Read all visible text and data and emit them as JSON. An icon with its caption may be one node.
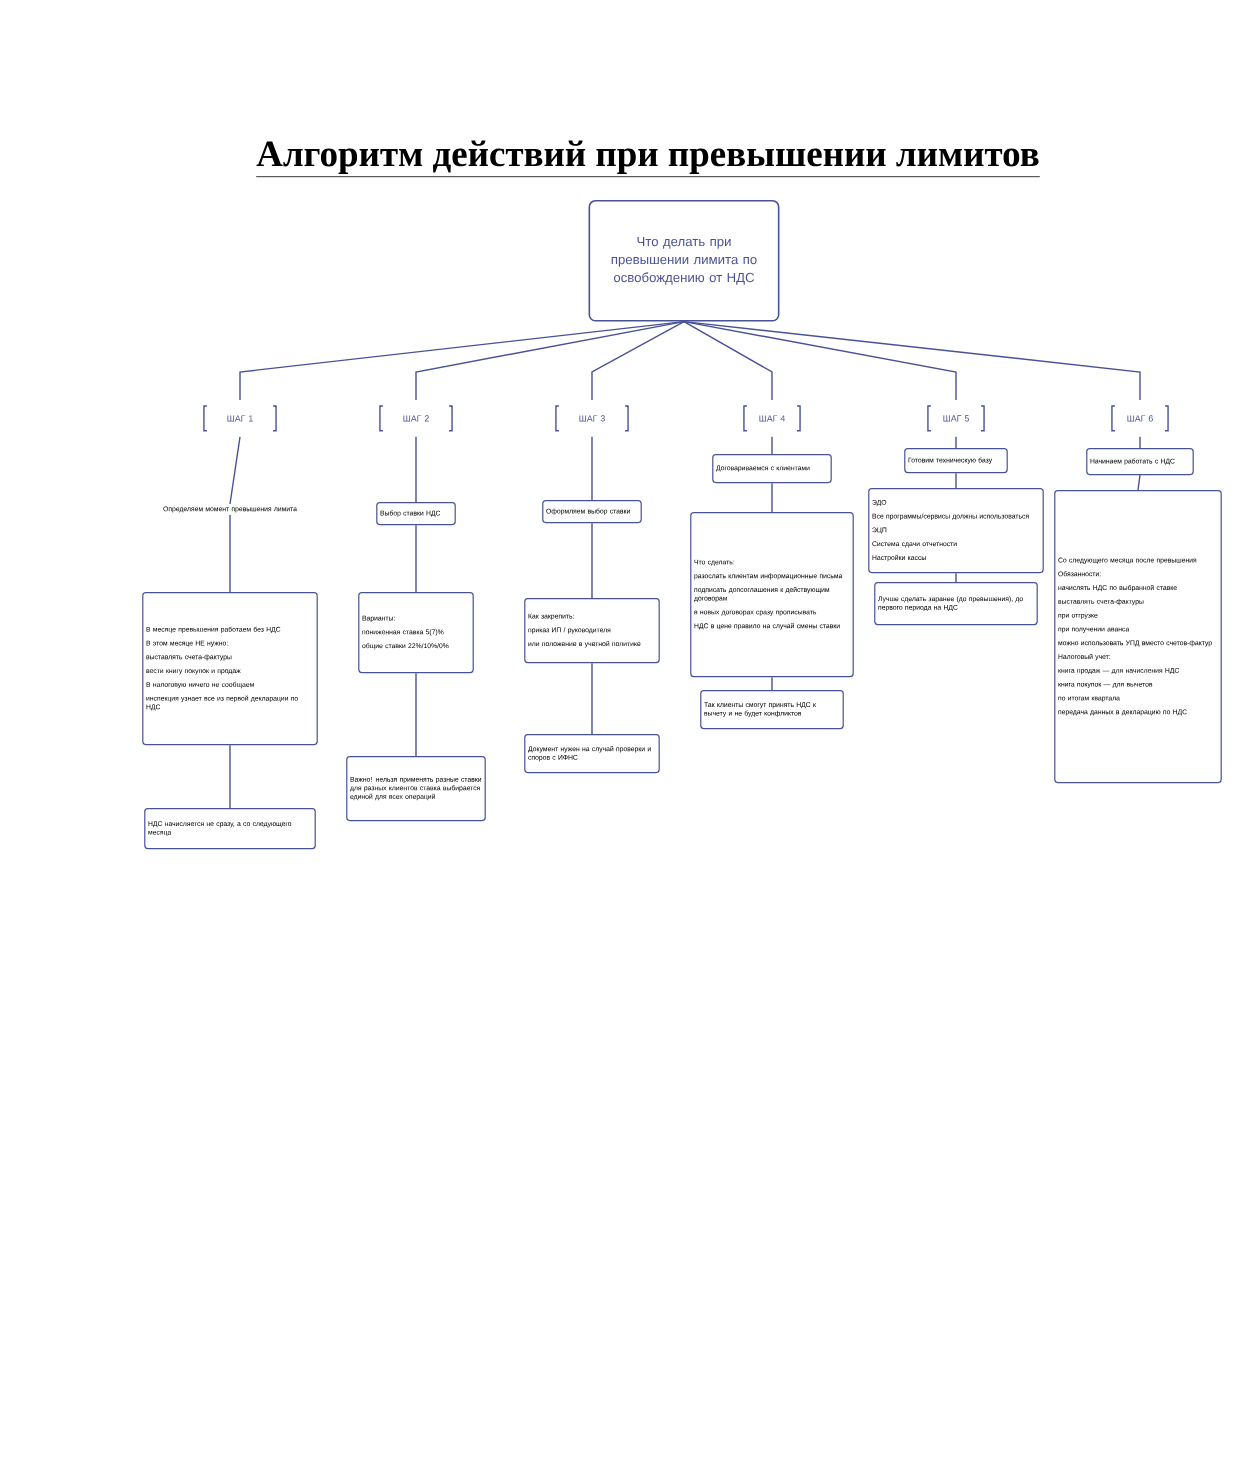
{
  "diagram": {
    "title": "Алгоритм действий при превышении лимитов",
    "nodes": [
      {
        "text": [
          "Что делать при превышении лимита по освобождению от НДС"
        ]
      },
      {
        "text": [
          "ШАГ 1"
        ]
      },
      {
        "text": [
          "ШАГ 2"
        ]
      },
      {
        "text": [
          "ШАГ 3"
        ]
      },
      {
        "text": [
          "ШАГ 4"
        ]
      },
      {
        "text": [
          "ШАГ 5"
        ]
      },
      {
        "text": [
          "ШАГ 6"
        ]
      },
      {
        "text": [
          "Определяем момент превышения лимита"
        ]
      },
      {
        "text": [
          "В месяце превышения работаем без НДС",
          "В этом месяце НЕ нужно:",
          "выставлять счета-фактуры",
          "вести книгу покупок и продаж",
          "В налоговую ничего не сообщаем",
          "инспекция узнает все из первой декларации по НДС"
        ]
      },
      {
        "text": [
          "НДС начисляется не сразу, а со следующего месяца"
        ]
      },
      {
        "text": [
          "Выбор ставки НДС"
        ]
      },
      {
        "text": [
          "Варианты:",
          "пониженная ставка 5(7)%",
          "общие ставки 22%/10%/0%"
        ]
      },
      {
        "text": [
          "Важно! нельзя применять разные ставки для разных клиентов ставка выбирается единой для всех операций"
        ]
      },
      {
        "text": [
          "Оформляем выбор ставки"
        ]
      },
      {
        "text": [
          "Как закрепить:",
          "приказ ИП / руководителя",
          "или положение в учетной политике"
        ]
      },
      {
        "text": [
          "Документ нужен на случай проверки и споров с ИФНС"
        ]
      },
      {
        "text": [
          "Договариваемся с клиентами"
        ]
      },
      {
        "text": [
          "Что сделать:",
          "разослать клиентам информационные письма",
          "подписать допсоглашения к действующим договорам",
          "в новых договорах сразу прописывать",
          "НДС в цене правило на случай смены ставки"
        ]
      },
      {
        "text": [
          "Так клиенты смогут принять НДС к вычету и не будет конфликтов"
        ]
      },
      {
        "text": [
          "Готовим техническую базу"
        ]
      },
      {
        "text": [
          "ЭДО",
          "Все программы/сервисы должны использоваться",
          "ЭЦП",
          "Система сдачи отчетности",
          "Настройки кассы"
        ]
      },
      {
        "text": [
          "Лучше сделать заранее (до превышения), до первого периода на НДС"
        ]
      },
      {
        "text": [
          "Начинаем работать с НДС"
        ]
      },
      {
        "text": [
          "Со следующего месяца после превышения",
          "Обязанности:",
          "начислять НДС по выбранной ставке",
          "выставлять счета-фактуры",
          "при отгрузке",
          "при получении аванса",
          "можно использовать УПД вместо счетов-фактур",
          "Налоговый учет:",
          "книга продаж — для начисления НДС",
          "книга покупок — для вычетов",
          "по итогам квартала",
          "передача данных в декларацию по НДС"
        ]
      }
    ],
    "edges": [
      {
        "from": 0,
        "to": 1,
        "arrow": "none"
      },
      {
        "from": 0,
        "to": 2,
        "arrow": "none"
      },
      {
        "from": 0,
        "to": 3,
        "arrow": "none"
      },
      {
        "from": 0,
        "to": 4,
        "arrow": "none"
      },
      {
        "from": 0,
        "to": 5,
        "arrow": "none"
      },
      {
        "from": 0,
        "to": 6,
        "arrow": "none"
      },
      {
        "from": 1,
        "to": 7,
        "arrow": "none"
      },
      {
        "from": 7,
        "to": 8,
        "arrow": "none"
      },
      {
        "from": 8,
        "to": 9,
        "arrow": "none"
      },
      {
        "from": 2,
        "to": 10,
        "arrow": "none"
      },
      {
        "from": 10,
        "to": 11,
        "arrow": "none"
      },
      {
        "from": 11,
        "to": 12,
        "arrow": "none"
      },
      {
        "from": 3,
        "to": 13,
        "arrow": "none"
      },
      {
        "from": 13,
        "to": 14,
        "arrow": "none"
      },
      {
        "from": 14,
        "to": 15,
        "arrow": "none"
      },
      {
        "from": 4,
        "to": 16,
        "arrow": "none"
      },
      {
        "from": 16,
        "to": 17,
        "arrow": "none"
      },
      {
        "from": 17,
        "to": 18,
        "arrow": "none"
      },
      {
        "from": 5,
        "to": 19,
        "arrow": "none"
      },
      {
        "from": 19,
        "to": 20,
        "arrow": "none"
      },
      {
        "from": 20,
        "to": 21,
        "arrow": "none"
      },
      {
        "from": 6,
        "to": 22,
        "arrow": "none"
      },
      {
        "from": 22,
        "to": 23,
        "arrow": "none"
      }
    ]
  }
}
